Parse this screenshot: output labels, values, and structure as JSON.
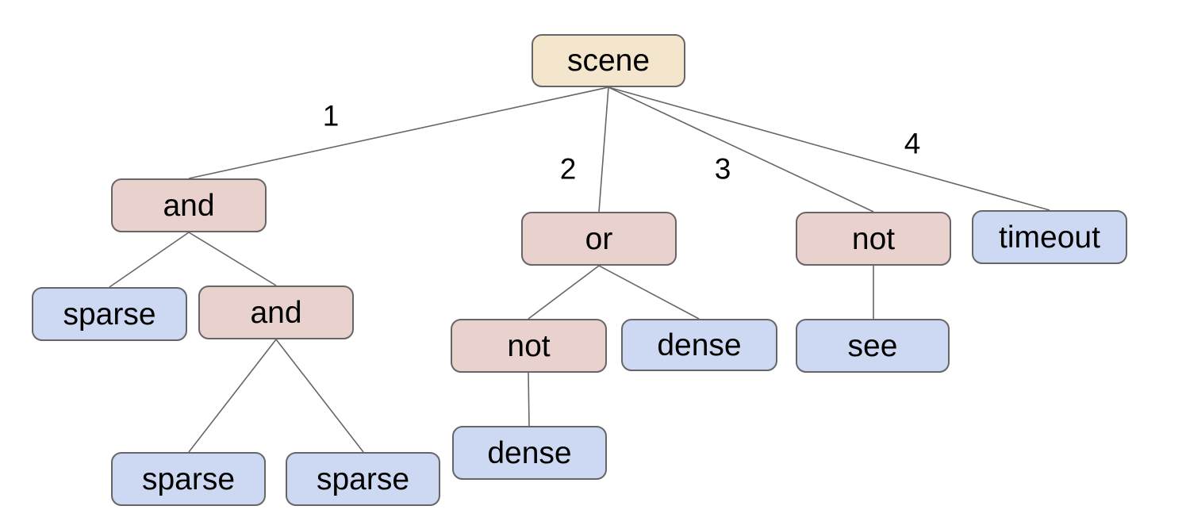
{
  "diagram": {
    "type": "tree",
    "description": "Scene tree diagram: root 'scene' with four numbered branches to operator nodes (and, or, not) and leaf nodes (timeout, sparse, dense, see)",
    "colors": {
      "background": "#ffffff",
      "root_fill": "#f4e6cd",
      "operator_fill": "#e9d1ce",
      "leaf_fill": "#cdd9f2",
      "node_border": "#666666",
      "edge_line": "#666666",
      "text": "#000000"
    },
    "nodes": {
      "scene": {
        "label": "scene",
        "kind": "root"
      },
      "and_1": {
        "label": "and",
        "kind": "operator"
      },
      "or_1": {
        "label": "or",
        "kind": "operator"
      },
      "not_1": {
        "label": "not",
        "kind": "operator"
      },
      "timeout_1": {
        "label": "timeout",
        "kind": "leaf"
      },
      "sparse_1": {
        "label": "sparse",
        "kind": "leaf"
      },
      "and_2": {
        "label": "and",
        "kind": "operator"
      },
      "not_2": {
        "label": "not",
        "kind": "operator"
      },
      "dense_1": {
        "label": "dense",
        "kind": "leaf"
      },
      "see_1": {
        "label": "see",
        "kind": "leaf"
      },
      "sparse_2": {
        "label": "sparse",
        "kind": "leaf"
      },
      "sparse_3": {
        "label": "sparse",
        "kind": "leaf"
      },
      "dense_2": {
        "label": "dense",
        "kind": "leaf"
      }
    },
    "edge_labels": {
      "branch_1": "1",
      "branch_2": "2",
      "branch_3": "3",
      "branch_4": "4"
    },
    "edges": [
      {
        "from": "scene",
        "to": "and_1",
        "label": "1"
      },
      {
        "from": "scene",
        "to": "or_1",
        "label": "2"
      },
      {
        "from": "scene",
        "to": "not_1",
        "label": "3"
      },
      {
        "from": "scene",
        "to": "timeout_1",
        "label": "4"
      },
      {
        "from": "and_1",
        "to": "sparse_1"
      },
      {
        "from": "and_1",
        "to": "and_2"
      },
      {
        "from": "and_2",
        "to": "sparse_2"
      },
      {
        "from": "and_2",
        "to": "sparse_3"
      },
      {
        "from": "or_1",
        "to": "not_2"
      },
      {
        "from": "or_1",
        "to": "dense_1"
      },
      {
        "from": "not_2",
        "to": "dense_2"
      },
      {
        "from": "not_1",
        "to": "see_1"
      }
    ]
  }
}
